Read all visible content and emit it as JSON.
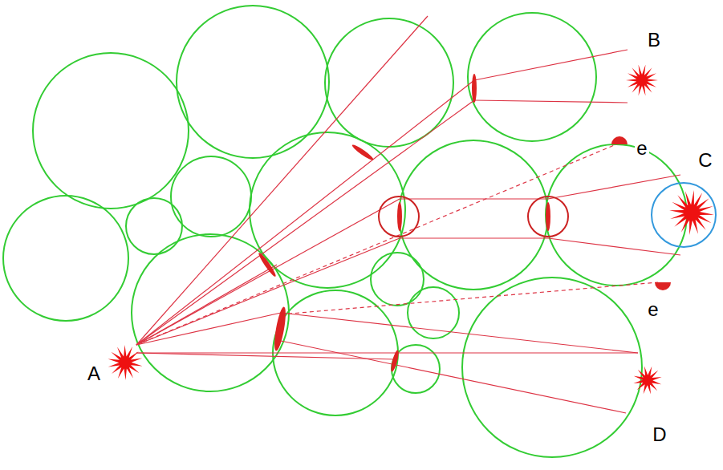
{
  "diagram": {
    "labels": [
      "B",
      "e",
      "C",
      "e",
      "A",
      "D"
    ]
  }
}
